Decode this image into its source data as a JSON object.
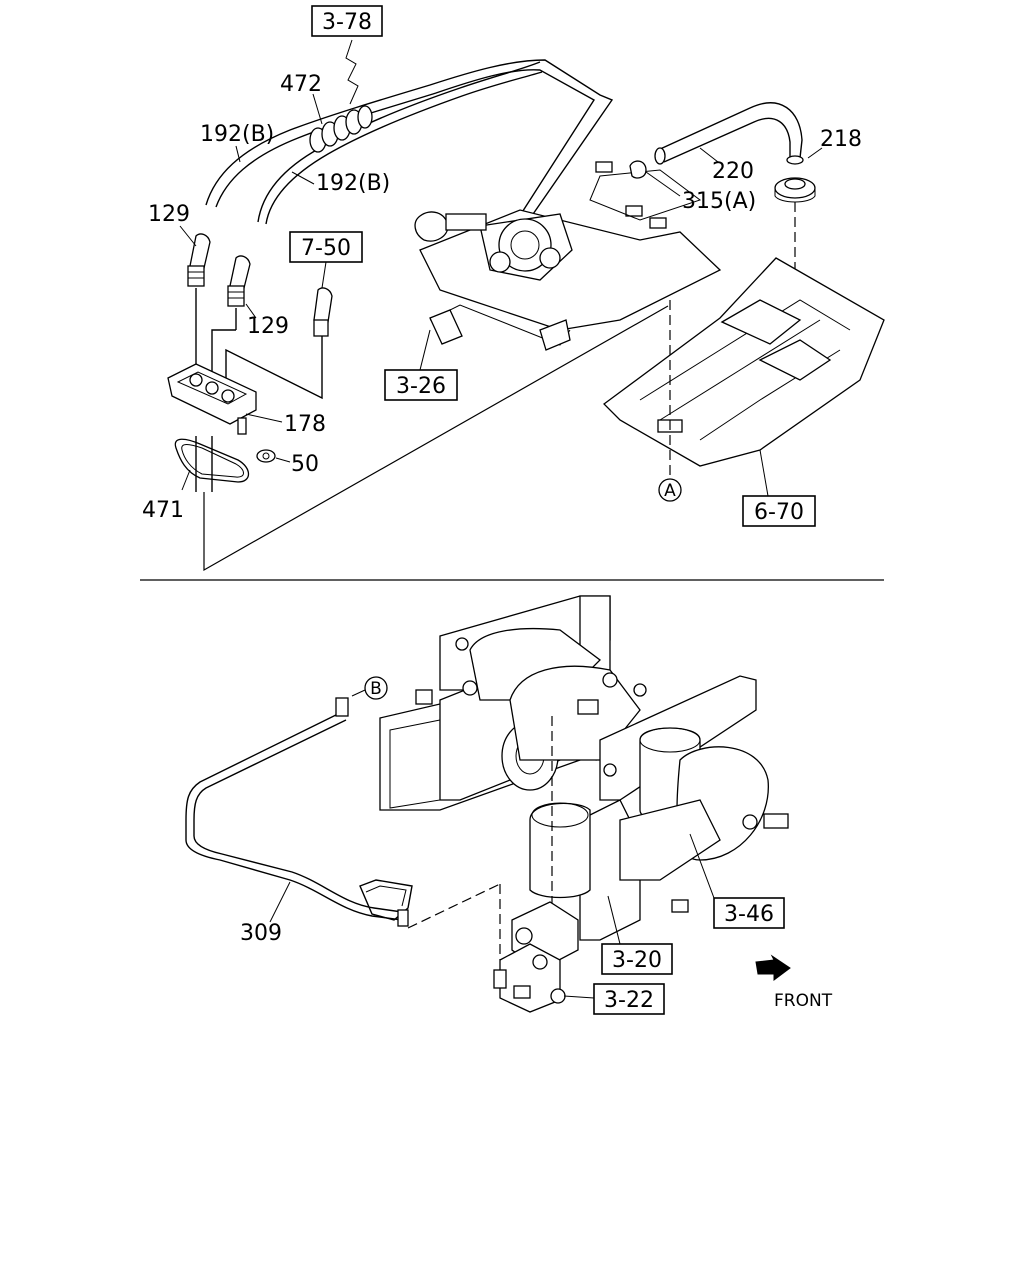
{
  "top_view": {
    "callouts": [
      {
        "id": "472",
        "text": "472"
      },
      {
        "id": "192b_1",
        "text": "192(B)"
      },
      {
        "id": "192b_2",
        "text": "192(B)"
      },
      {
        "id": "129_1",
        "text": "129"
      },
      {
        "id": "129_2",
        "text": "129"
      },
      {
        "id": "178",
        "text": "178"
      },
      {
        "id": "50",
        "text": "50"
      },
      {
        "id": "471",
        "text": "471"
      },
      {
        "id": "220",
        "text": "220"
      },
      {
        "id": "218",
        "text": "218"
      },
      {
        "id": "315a",
        "text": "315(A)"
      }
    ],
    "refs": [
      {
        "id": "3-78",
        "text": "3-78"
      },
      {
        "id": "7-50",
        "text": "7-50"
      },
      {
        "id": "3-26",
        "text": "3-26"
      },
      {
        "id": "6-70",
        "text": "6-70"
      }
    ],
    "marker": "A"
  },
  "bottom_view": {
    "callouts": [
      {
        "id": "309",
        "text": "309"
      }
    ],
    "refs": [
      {
        "id": "3-46",
        "text": "3-46"
      },
      {
        "id": "3-20",
        "text": "3-20"
      },
      {
        "id": "3-22",
        "text": "3-22"
      }
    ],
    "marker": "B",
    "direction_label": "FRONT"
  }
}
